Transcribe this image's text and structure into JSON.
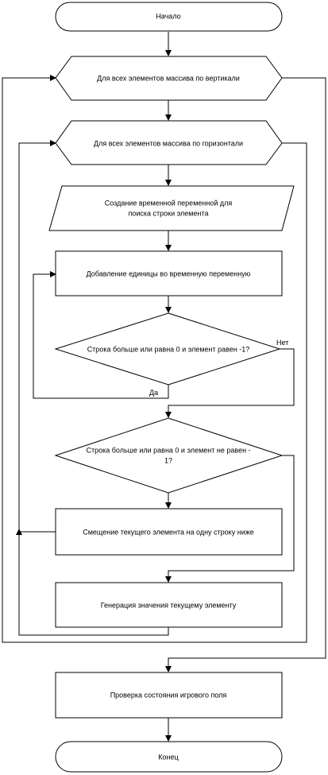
{
  "nodes": {
    "start": "Начало",
    "loop_vertical": "Для всех элементов массива по вертикали",
    "loop_horizontal": "Для всех элементов массива по горизонтали",
    "create_temp_line1": "Создание временной переменной для",
    "create_temp_line2": "поиска строки элемента",
    "add_one": "Добавление единицы во временную переменную",
    "cond1": "Строка больше или равна 0 и элемент равен -1?",
    "cond2_line1": "Строка больше или равна 0 и элемент не равен -",
    "cond2_line2": "1?",
    "shift": "Смещение текущего элемента на одну строку ниже",
    "generate": "Генерация значения текущему элементу",
    "check": "Проверка состояния игрового поля",
    "end": "Конец"
  },
  "edges": {
    "no": "Нет",
    "yes": "Да"
  }
}
